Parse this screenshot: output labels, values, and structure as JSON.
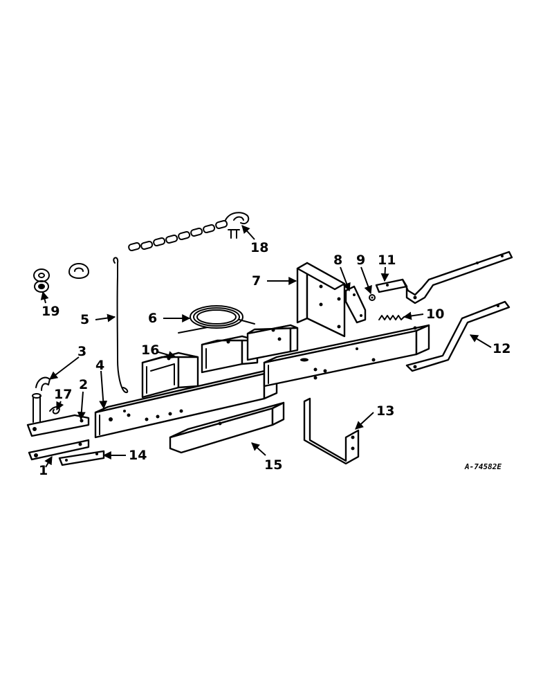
{
  "drawing_ref": "A-74582E",
  "callouts": [
    "1",
    "2",
    "3",
    "4",
    "5",
    "6",
    "7",
    "8",
    "9",
    "10",
    "11",
    "12",
    "13",
    "14",
    "15",
    "16",
    "17",
    "18",
    "19"
  ]
}
